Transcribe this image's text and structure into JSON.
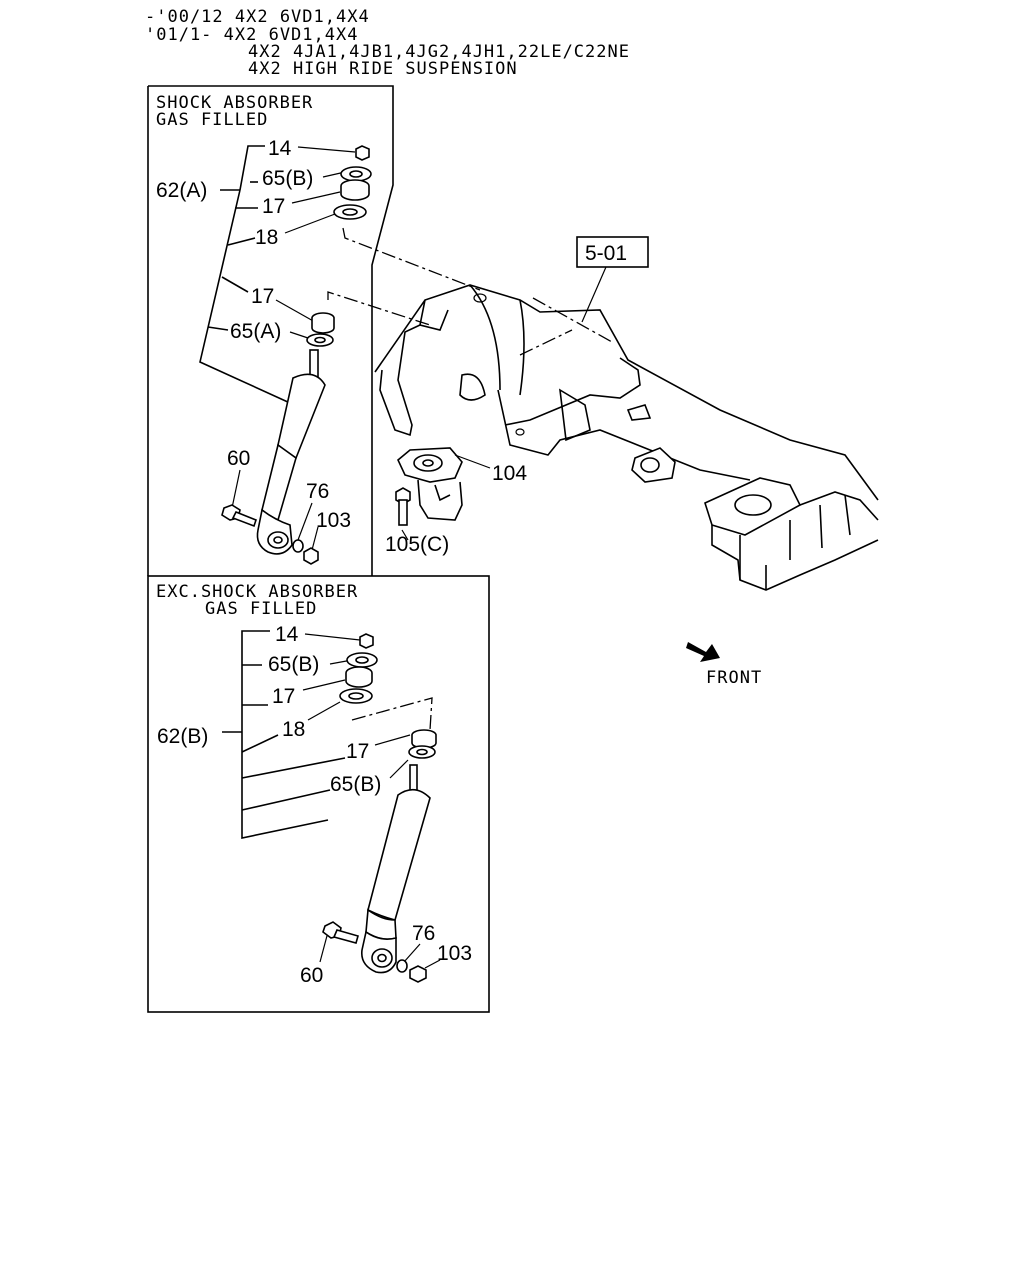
{
  "header": {
    "lines": [
      "-'00/12  4X2  6VD1,4X4",
      "'01/1-   4X2  6VD1,4X4",
      "4X2  4JA1,4JB1,4JG2,4JH1,22LE/C22NE",
      "4X2  HIGH RIDE SUSPENSION"
    ]
  },
  "box_a": {
    "title_line1": "SHOCK ABSORBER",
    "title_line2": "GAS FILLED",
    "labels": {
      "l14": "14",
      "l65b": "65(B)",
      "l62a": "62(A)",
      "l17a": "17",
      "l18": "18",
      "l17b": "17",
      "l65a": "65(A)",
      "l60": "60",
      "l76": "76",
      "l103": "103"
    }
  },
  "box_b": {
    "title_line1": "EXC.SHOCK ABSORBER",
    "title_line2": "GAS FILLED",
    "labels": {
      "l14": "14",
      "l65b1": "65(B)",
      "l17a": "17",
      "l62b": "62(B)",
      "l18": "18",
      "l17b": "17",
      "l65b2": "65(B)",
      "l76": "76",
      "l103": "103",
      "l60": "60"
    }
  },
  "main": {
    "ref_box": "5-01",
    "l104": "104",
    "l105c": "105(C)",
    "front_label": "FRONT"
  }
}
